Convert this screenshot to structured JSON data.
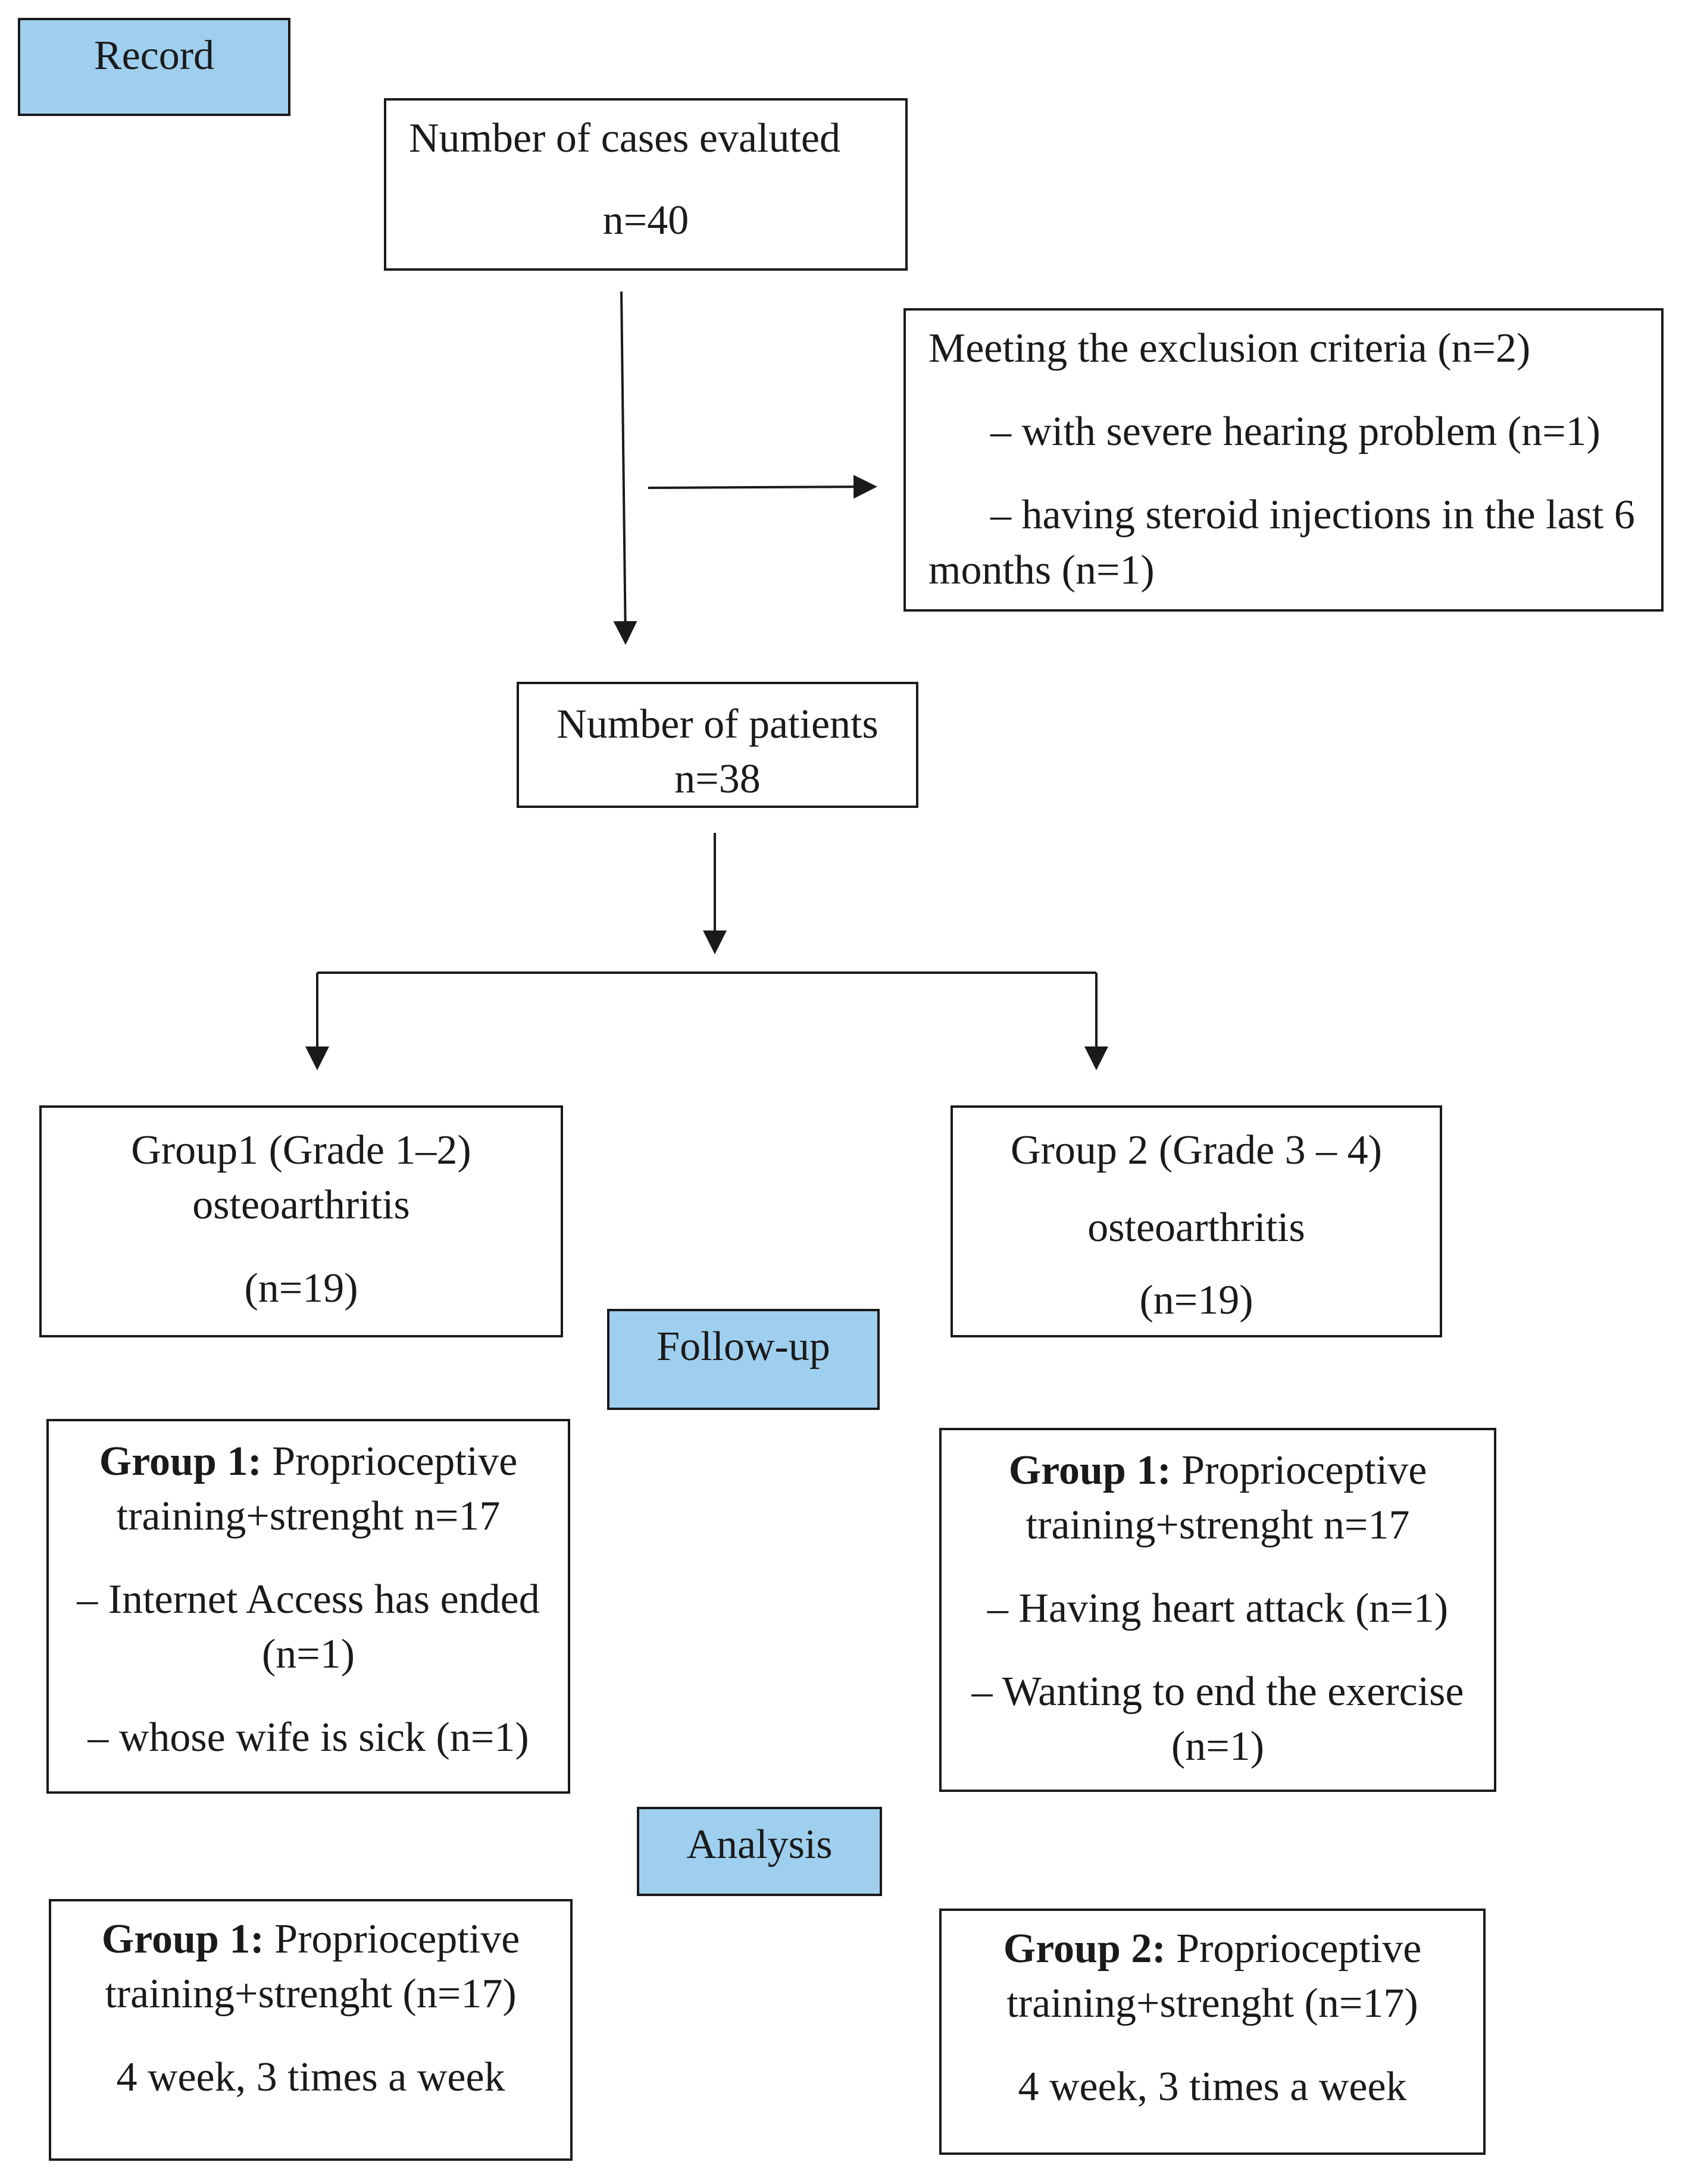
{
  "stages": {
    "record": "Record",
    "followup": "Follow-up",
    "analysis": "Analysis"
  },
  "evaluated": {
    "label": "Number of cases evaluted",
    "n": "n=40"
  },
  "exclusion": {
    "title": "Meeting the exclusion criteria (n=2)",
    "item1": "– with severe hearing problem (n=1)",
    "item2_a": "– having steroid injections in the last 6",
    "item2_b": "months (n=1)"
  },
  "patients": {
    "label": "Number of patients",
    "n": "n=38"
  },
  "group1": {
    "line1": "Group1 (Grade 1–2)",
    "line2": "osteoarthritis",
    "n": "(n=19)"
  },
  "group2": {
    "line1": "Group 2 (Grade 3 – 4)",
    "line2": "osteoarthritis",
    "n": "(n=19)"
  },
  "followup_left": {
    "bold": "Group 1:",
    "rest": " Proprioceptive",
    "line2": "training+strenght n=17",
    "line3": "– Internet Access has ended",
    "line4": "(n=1)",
    "line5": "– whose wife is sick (n=1)"
  },
  "followup_right": {
    "bold": "Group 1:",
    "rest": " Proprioceptive",
    "line2": "training+strenght n=17",
    "line3": "– Having heart attack (n=1)",
    "line4": "– Wanting to end the exercise",
    "line5": "(n=1)"
  },
  "analysis_left": {
    "bold": "Group 1:",
    "rest": " Proprioceptive",
    "line2": "training+strenght (n=17)",
    "line3": "4 week, 3 times a week"
  },
  "analysis_right": {
    "bold": "Group 2:",
    "rest": " Proprioceptive",
    "line2": "training+strenght (n=17)",
    "line3": "4 week, 3 times a week"
  }
}
